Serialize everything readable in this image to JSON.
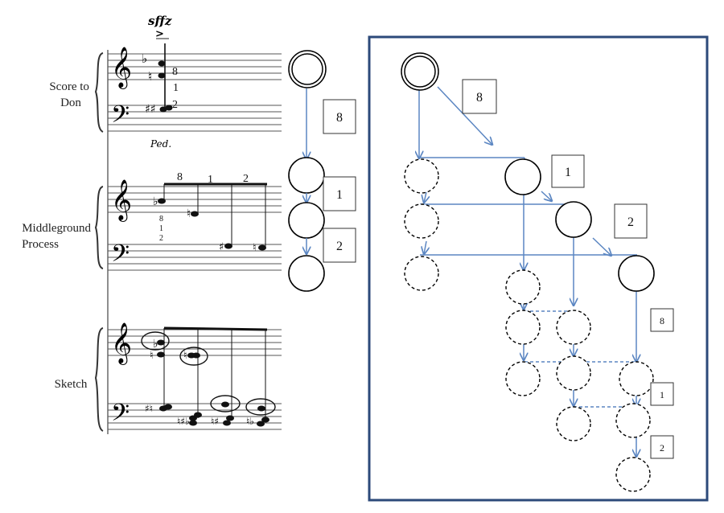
{
  "score": {
    "systems": [
      {
        "label_lines": [
          "Score to",
          "Don"
        ]
      },
      {
        "label_lines": [
          "Middleground",
          "Process"
        ]
      },
      {
        "label_lines": [
          "Sketch"
        ]
      }
    ],
    "dynamic": "sffz",
    "accent": ">",
    "pedal": "Ped.",
    "fingering_top": [
      "8",
      "1",
      "2"
    ],
    "beam_numbers": [
      "8",
      "1",
      "2"
    ],
    "stack_numbers": [
      "8",
      "1",
      "2"
    ],
    "icons": [
      "treble-clef-icon",
      "bass-clef-icon",
      "flat-icon",
      "natural-icon",
      "sharp-icon"
    ]
  },
  "vertical_process": {
    "boxes": [
      "8",
      "1",
      "2"
    ]
  },
  "branching_process": {
    "boxes": [
      "8",
      "1",
      "2",
      "8",
      "1",
      "2"
    ],
    "colors": {
      "arrow": "#5b86c2",
      "frame": "#2c4a7a",
      "node": "#000000"
    }
  }
}
